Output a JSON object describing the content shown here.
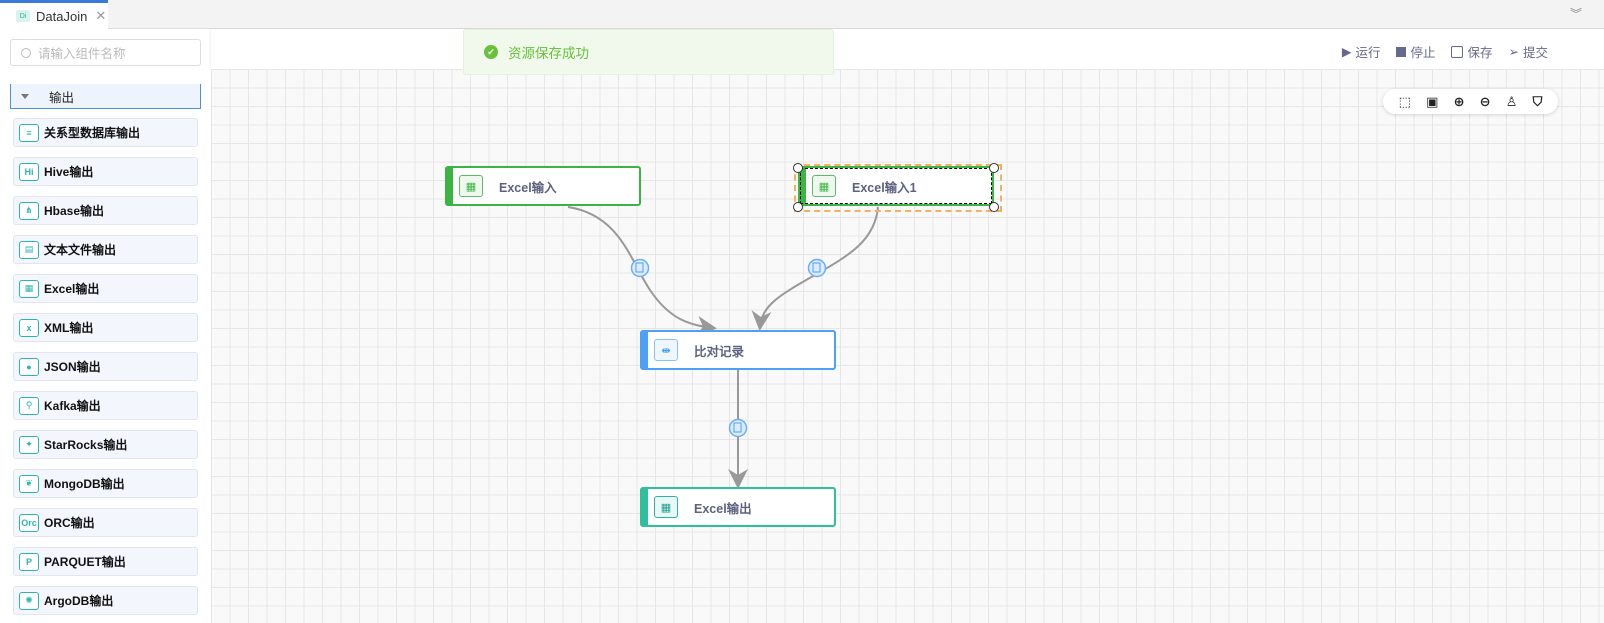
{
  "tab": {
    "title": "DataJoin",
    "icon": "Di"
  },
  "sidebar": {
    "search_placeholder": "请输入组件名称",
    "group": "输出",
    "items": [
      {
        "label": "关系型数据库输出",
        "icon": "≡"
      },
      {
        "label": "Hive输出",
        "icon": "Hi"
      },
      {
        "label": "Hbase输出",
        "icon": "⋔"
      },
      {
        "label": "文本文件输出",
        "icon": "▤"
      },
      {
        "label": "Excel输出",
        "icon": "▦"
      },
      {
        "label": "XML输出",
        "icon": "x"
      },
      {
        "label": "JSON输出",
        "icon": "●"
      },
      {
        "label": "Kafka输出",
        "icon": "⚲"
      },
      {
        "label": "StarRocks输出",
        "icon": "✦"
      },
      {
        "label": "MongoDB输出",
        "icon": "❦"
      },
      {
        "label": "ORC输出",
        "icon": "Orc"
      },
      {
        "label": "PARQUET输出",
        "icon": "P"
      },
      {
        "label": "ArgoDB输出",
        "icon": "✺"
      }
    ]
  },
  "toast": {
    "message": "资源保存成功"
  },
  "toolbar": {
    "run": "运行",
    "stop": "停止",
    "save": "保存",
    "submit": "提交"
  },
  "nodes": [
    {
      "label": "Excel输入"
    },
    {
      "label": "Excel输入1"
    },
    {
      "label": "比对记录"
    },
    {
      "label": "Excel输出"
    }
  ],
  "colors": {
    "input": "#3bb441",
    "transform": "#4da0f7",
    "output": "#2fbf9c",
    "selection": "#f7b060",
    "accent": "#3a7ad8"
  }
}
